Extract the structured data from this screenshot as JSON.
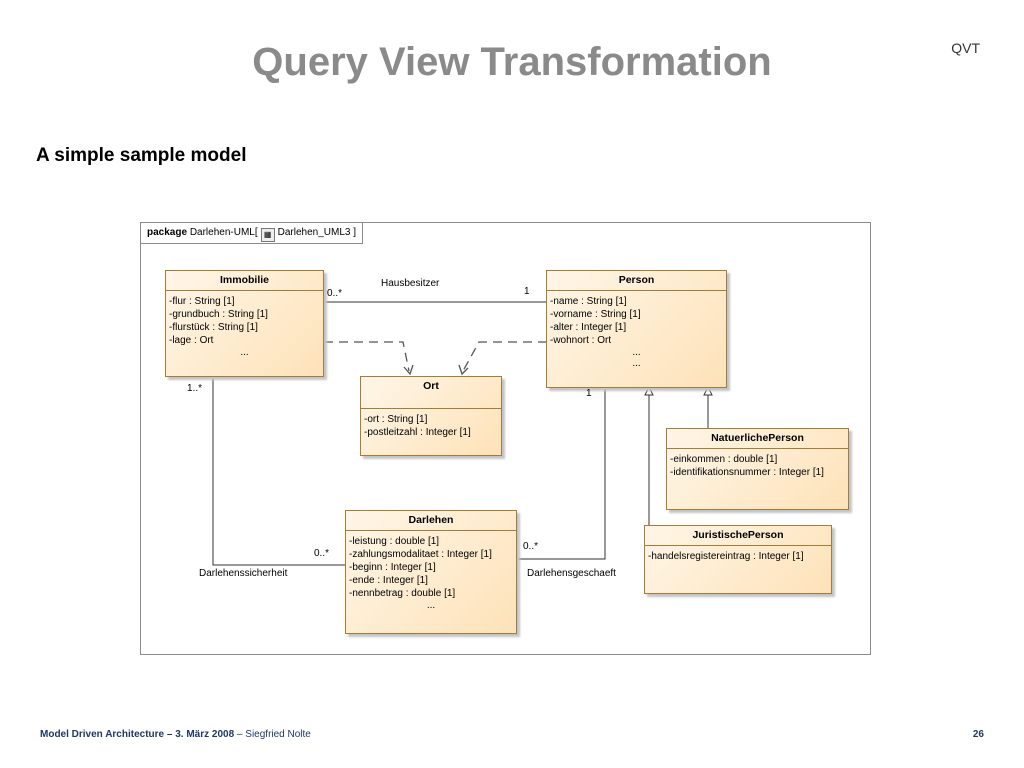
{
  "slide": {
    "title": "Query View Transformation",
    "tag": "QVT",
    "subtitle": "A simple sample model"
  },
  "package": {
    "keyword": "package",
    "name": "Darlehen-UML[",
    "diagram_name": "Darlehen_UML3 ]"
  },
  "classes": {
    "immobilie": {
      "name": "Immobilie",
      "attributes": [
        "-flur : String [1]",
        "-grundbuch : String [1]",
        "-flurstück : String [1]",
        "-lage : Ort"
      ],
      "more": "..."
    },
    "person": {
      "name": "Person",
      "attributes": [
        "-name : String [1]",
        "-vorname : String [1]",
        "-alter : Integer [1]",
        "-wohnort : Ort"
      ],
      "more": [
        "...",
        "..."
      ]
    },
    "ort": {
      "name": "Ort",
      "attributes": [
        "-ort : String [1]",
        "-postleitzahl : Integer [1]"
      ]
    },
    "natuerliche_person": {
      "name": "NatuerlichePerson",
      "attributes": [
        "-einkommen : double [1]",
        "-identifikationsnummer : Integer [1]"
      ]
    },
    "juristische_person": {
      "name": "JuristischePerson",
      "attributes": [
        "-handelsregistereintrag : Integer [1]"
      ]
    },
    "darlehen": {
      "name": "Darlehen",
      "attributes": [
        "-leistung : double [1]",
        "-zahlungsmodalitaet : Integer [1]",
        "-beginn : Integer [1]",
        "-ende : Integer [1]",
        "-nennbetrag : double [1]"
      ],
      "more": "..."
    }
  },
  "associations": {
    "hausbesitzer": {
      "name": "Hausbesitzer",
      "mult_immobilie": "0..*",
      "mult_person": "1"
    },
    "darlehenssicherheit": {
      "name": "Darlehenssicherheit",
      "mult_immobilie": "1..*",
      "mult_darlehen": "0..*"
    },
    "darlehensgeschaeft": {
      "name": "Darlehensgeschaeft",
      "mult_person": "1",
      "mult_darlehen": "0..*"
    }
  },
  "footer": {
    "title": "Model Driven Architecture – 3. März 2008",
    "author": " – Siegfried Nolte",
    "page": "26"
  }
}
